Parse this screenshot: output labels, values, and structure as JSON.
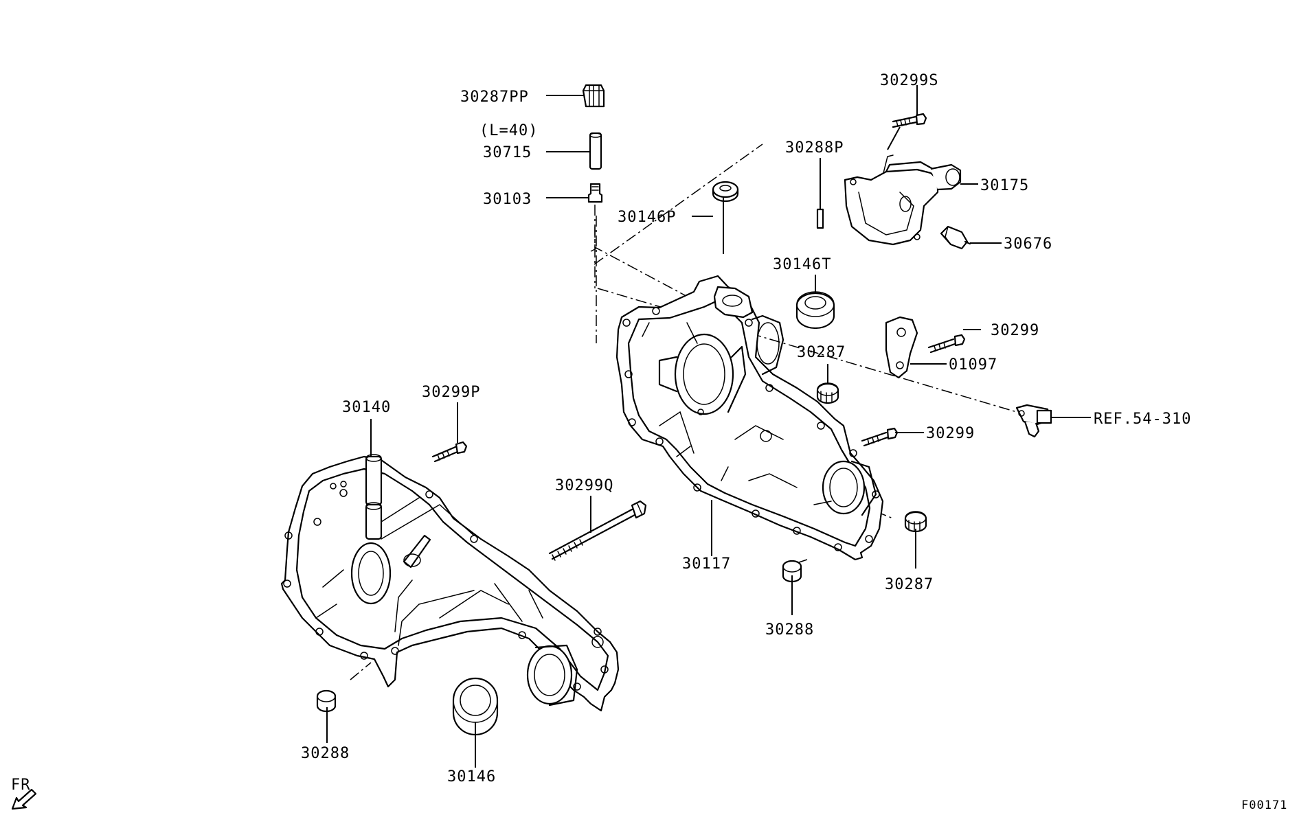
{
  "callouts": [
    "30287PP",
    "(L=40)",
    "30715",
    "30103",
    "30146P",
    "30288P",
    "30299S",
    "30175",
    "30676",
    "30146T",
    "30299",
    "01097",
    "30287",
    "REF.54-310",
    "30299",
    "30299P",
    "30140",
    "30299Q",
    "30117",
    "30287",
    "30288",
    "30288",
    "30146"
  ],
  "direction_label": "FR",
  "figure_code": "F00171",
  "icons": {
    "direction": "front-arrow-icon"
  }
}
